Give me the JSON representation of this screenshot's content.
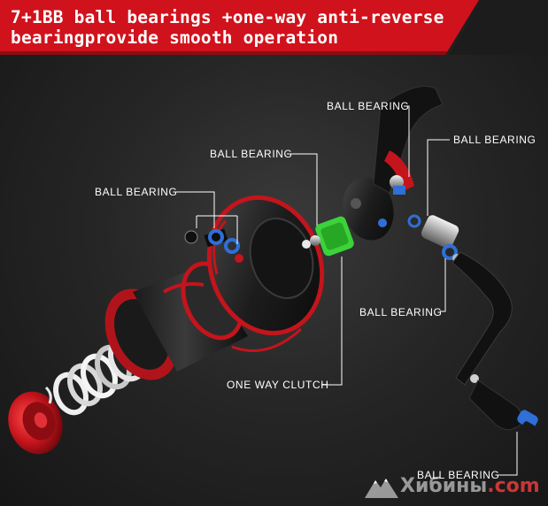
{
  "header": {
    "line1": "7+1BB ball bearings +one-way anti-reverse",
    "line2": "bearingprovide smooth operation"
  },
  "callouts": {
    "ball_bearing_handle_top": "BALL BEARING",
    "ball_bearing_right_top": "BALL BEARING",
    "ball_bearing_center": "BALL BEARING",
    "ball_bearing_left": "BALL BEARING",
    "ball_bearing_right_mid": "BALL BEARING",
    "one_way_clutch": "ONE WAY CLUTCH",
    "ball_bearing_knob": "BALL BEARING"
  },
  "watermark": {
    "brand": "Хибины",
    "suffix": ".com"
  },
  "colors": {
    "banner_red": "#d0121c",
    "banner_dark": "#1a1a1a",
    "reel_red": "#c4141c",
    "bearing_blue": "#2f6fd6",
    "clutch_green": "#3cd23a",
    "spring_yellow": "#f0d21a"
  },
  "icons": [
    "mountain-logo-icon"
  ]
}
